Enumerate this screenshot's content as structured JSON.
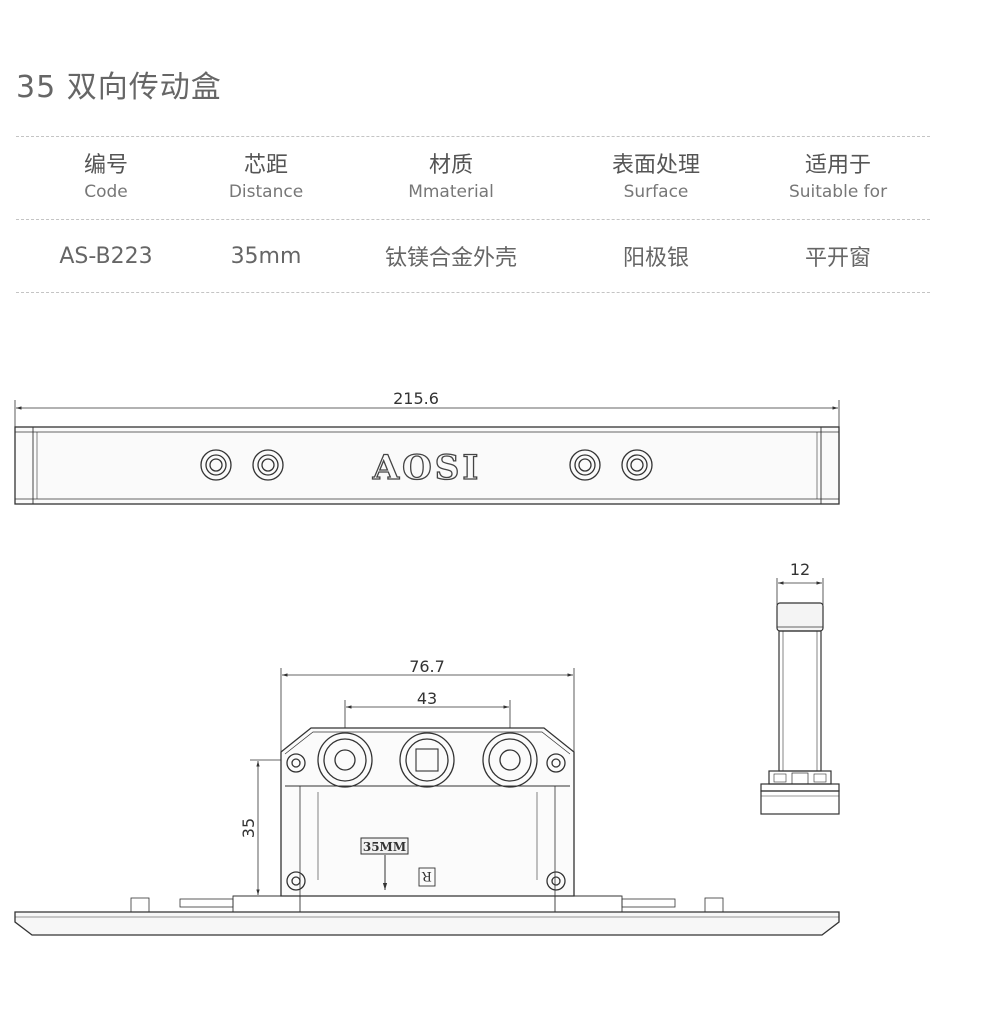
{
  "title": "35 双向传动盒",
  "specs": {
    "headers": [
      {
        "zh": "编号",
        "en": "Code"
      },
      {
        "zh": "芯距",
        "en": "Distance"
      },
      {
        "zh": "材质",
        "en": "Mmaterial"
      },
      {
        "zh": "表面处理",
        "en": "Surface"
      },
      {
        "zh": "适用于",
        "en": "Suitable for"
      }
    ],
    "values": [
      "AS-B223",
      "35mm",
      "钛镁合金外壳",
      "阳极银",
      "平开窗"
    ]
  },
  "drawing": {
    "top_view": {
      "overall_length": "215.6",
      "logo": "AOSI"
    },
    "side_view": {
      "thickness": "12"
    },
    "front_view": {
      "width": "76.7",
      "hole_spacing": "43",
      "height": "35",
      "stamp": "35MM",
      "mark": "R"
    }
  }
}
